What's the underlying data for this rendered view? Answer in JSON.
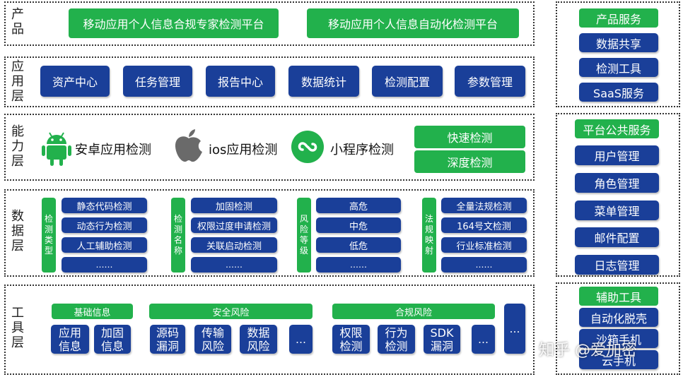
{
  "layers": {
    "product": {
      "label": "产品",
      "items": [
        "移动应用个人信息合规专家检测平台",
        "移动应用个人信息自动化检测平台"
      ]
    },
    "app": {
      "label": "应用层",
      "items": [
        "资产中心",
        "任务管理",
        "报告中心",
        "数据统计",
        "检测配置",
        "参数管理"
      ]
    },
    "ability": {
      "label": "能力层",
      "android": "安卓应用检测",
      "ios": "ios应用检测",
      "mini": "小程序检测",
      "speed": [
        "快速检测",
        "深度检测"
      ]
    },
    "data": {
      "label": "数据层",
      "groups": [
        {
          "title": "检测类型",
          "items": [
            "静态代码检测",
            "动态行为检测",
            "人工辅助检测",
            "……"
          ]
        },
        {
          "title": "检测名称",
          "items": [
            "加固检测",
            "权限过度申请检测",
            "关联启动检测",
            "……"
          ]
        },
        {
          "title": "风险等级",
          "items": [
            "高危",
            "中危",
            "低危",
            "……"
          ]
        },
        {
          "title": "法规映射",
          "items": [
            "全量法规检测",
            "164号文检测",
            "行业标准检测",
            "……"
          ]
        }
      ]
    },
    "tools": {
      "label": "工具层",
      "groups": [
        {
          "title": "基础信息",
          "items": [
            "应用信息",
            "加固信息"
          ]
        },
        {
          "title": "安全风险",
          "items": [
            "源码漏洞",
            "传输风险",
            "数据风险",
            "…"
          ]
        },
        {
          "title": "合规风险",
          "items": [
            "权限检测",
            "行为检测",
            "SDK漏洞",
            "…"
          ]
        }
      ],
      "extra": "…"
    }
  },
  "side": {
    "panel1": {
      "title": "产品服务",
      "items": [
        "数据共享",
        "检测工具",
        "SaaS服务"
      ]
    },
    "panel2": {
      "title": "平台公共服务",
      "items": [
        "用户管理",
        "角色管理",
        "菜单管理",
        "邮件配置",
        "日志管理"
      ]
    },
    "panel3": {
      "title": "辅助工具",
      "items": [
        "自动化脱壳",
        "沙箱手机",
        "云手机"
      ]
    }
  },
  "watermark": "知乎 @爱加密",
  "colors": {
    "green": "#22b14c",
    "blue": "#1a3f99"
  }
}
